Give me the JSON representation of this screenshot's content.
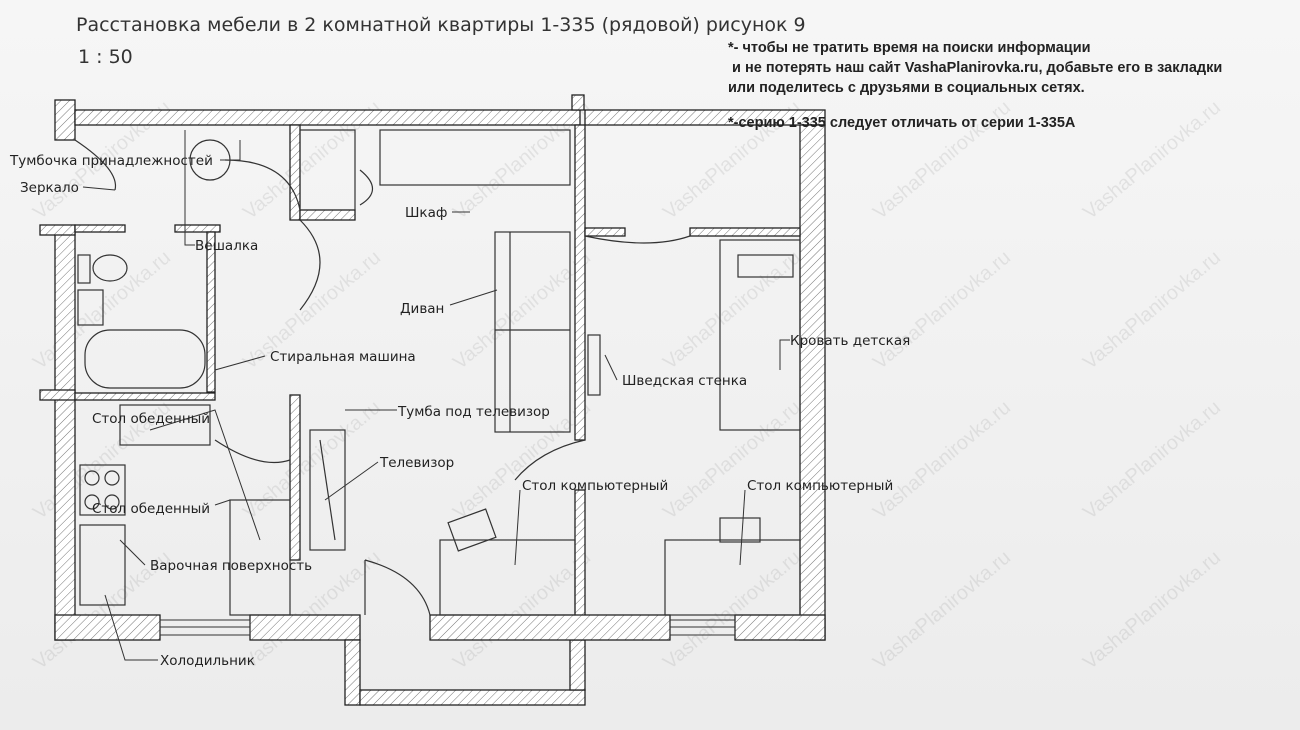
{
  "title": "Расстановка мебели в 2 комнатной квартиры 1-335 (рядовой) рисунок 9",
  "scale": "1 : 50",
  "notes": [
    "*- чтобы не тратить время на поиски информации",
    " и не потерять наш сайт VashaPlanirovka.ru, добавьте его в закладки",
    "или поделитесь с друзьями в социальных сетях.",
    "*-серию 1-335 следует отличать от серии 1-335А"
  ],
  "watermark": "VashaPlanirovka.ru",
  "labels": {
    "tumba": "Тумбочка принадлежностей",
    "mirror": "Зеркало",
    "hanger": "Вешалка",
    "wardrobe": "Шкаф",
    "sofa": "Диван",
    "washer": "Стиральная машина",
    "table1": "Стол обеденный",
    "tvstand": "Тумба под телевизор",
    "tv": "Телевизор",
    "table2": "Стол обеденный",
    "hob": "Варочная поверхность",
    "fridge": "Холодильник",
    "swedish": "Шведская стенка",
    "kidsbed": "Кровать детская",
    "desk1": "Стол компьютерный",
    "desk2": "Стол компьютерный"
  }
}
